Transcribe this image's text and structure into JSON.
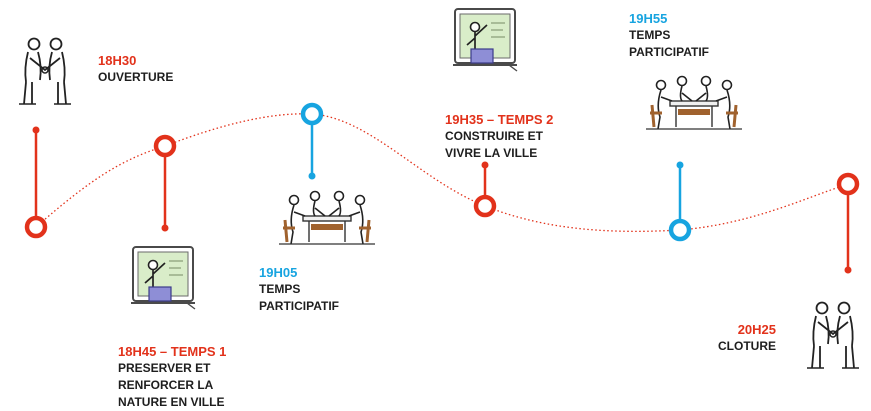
{
  "colors": {
    "red": "#e2321b",
    "blue": "#17a4e0",
    "text": "#1e1e1e"
  },
  "steps": [
    {
      "time": "18H30",
      "title": "OUVERTURE",
      "color": "red",
      "icon": "handshake-icon"
    },
    {
      "time": "18H45 – TEMPS 1",
      "title": "PRESERVER ET\nRENFORCER LA\nNATURE EN VILLE",
      "color": "red",
      "icon": "presenter-board-icon"
    },
    {
      "time": "19H05",
      "title": "TEMPS\nPARTICIPATIF",
      "color": "blue",
      "icon": "meeting-table-icon"
    },
    {
      "time": "19H35 – TEMPS 2",
      "title": "CONSTRUIRE ET\nVIVRE LA VILLE",
      "color": "red",
      "icon": "presenter-board-icon"
    },
    {
      "time": "19H55",
      "title": "TEMPS\nPARTICIPATIF",
      "color": "blue",
      "icon": "meeting-table-icon"
    },
    {
      "time": "20H25",
      "title": "CLOTURE",
      "color": "red",
      "icon": "handshake-icon"
    }
  ]
}
